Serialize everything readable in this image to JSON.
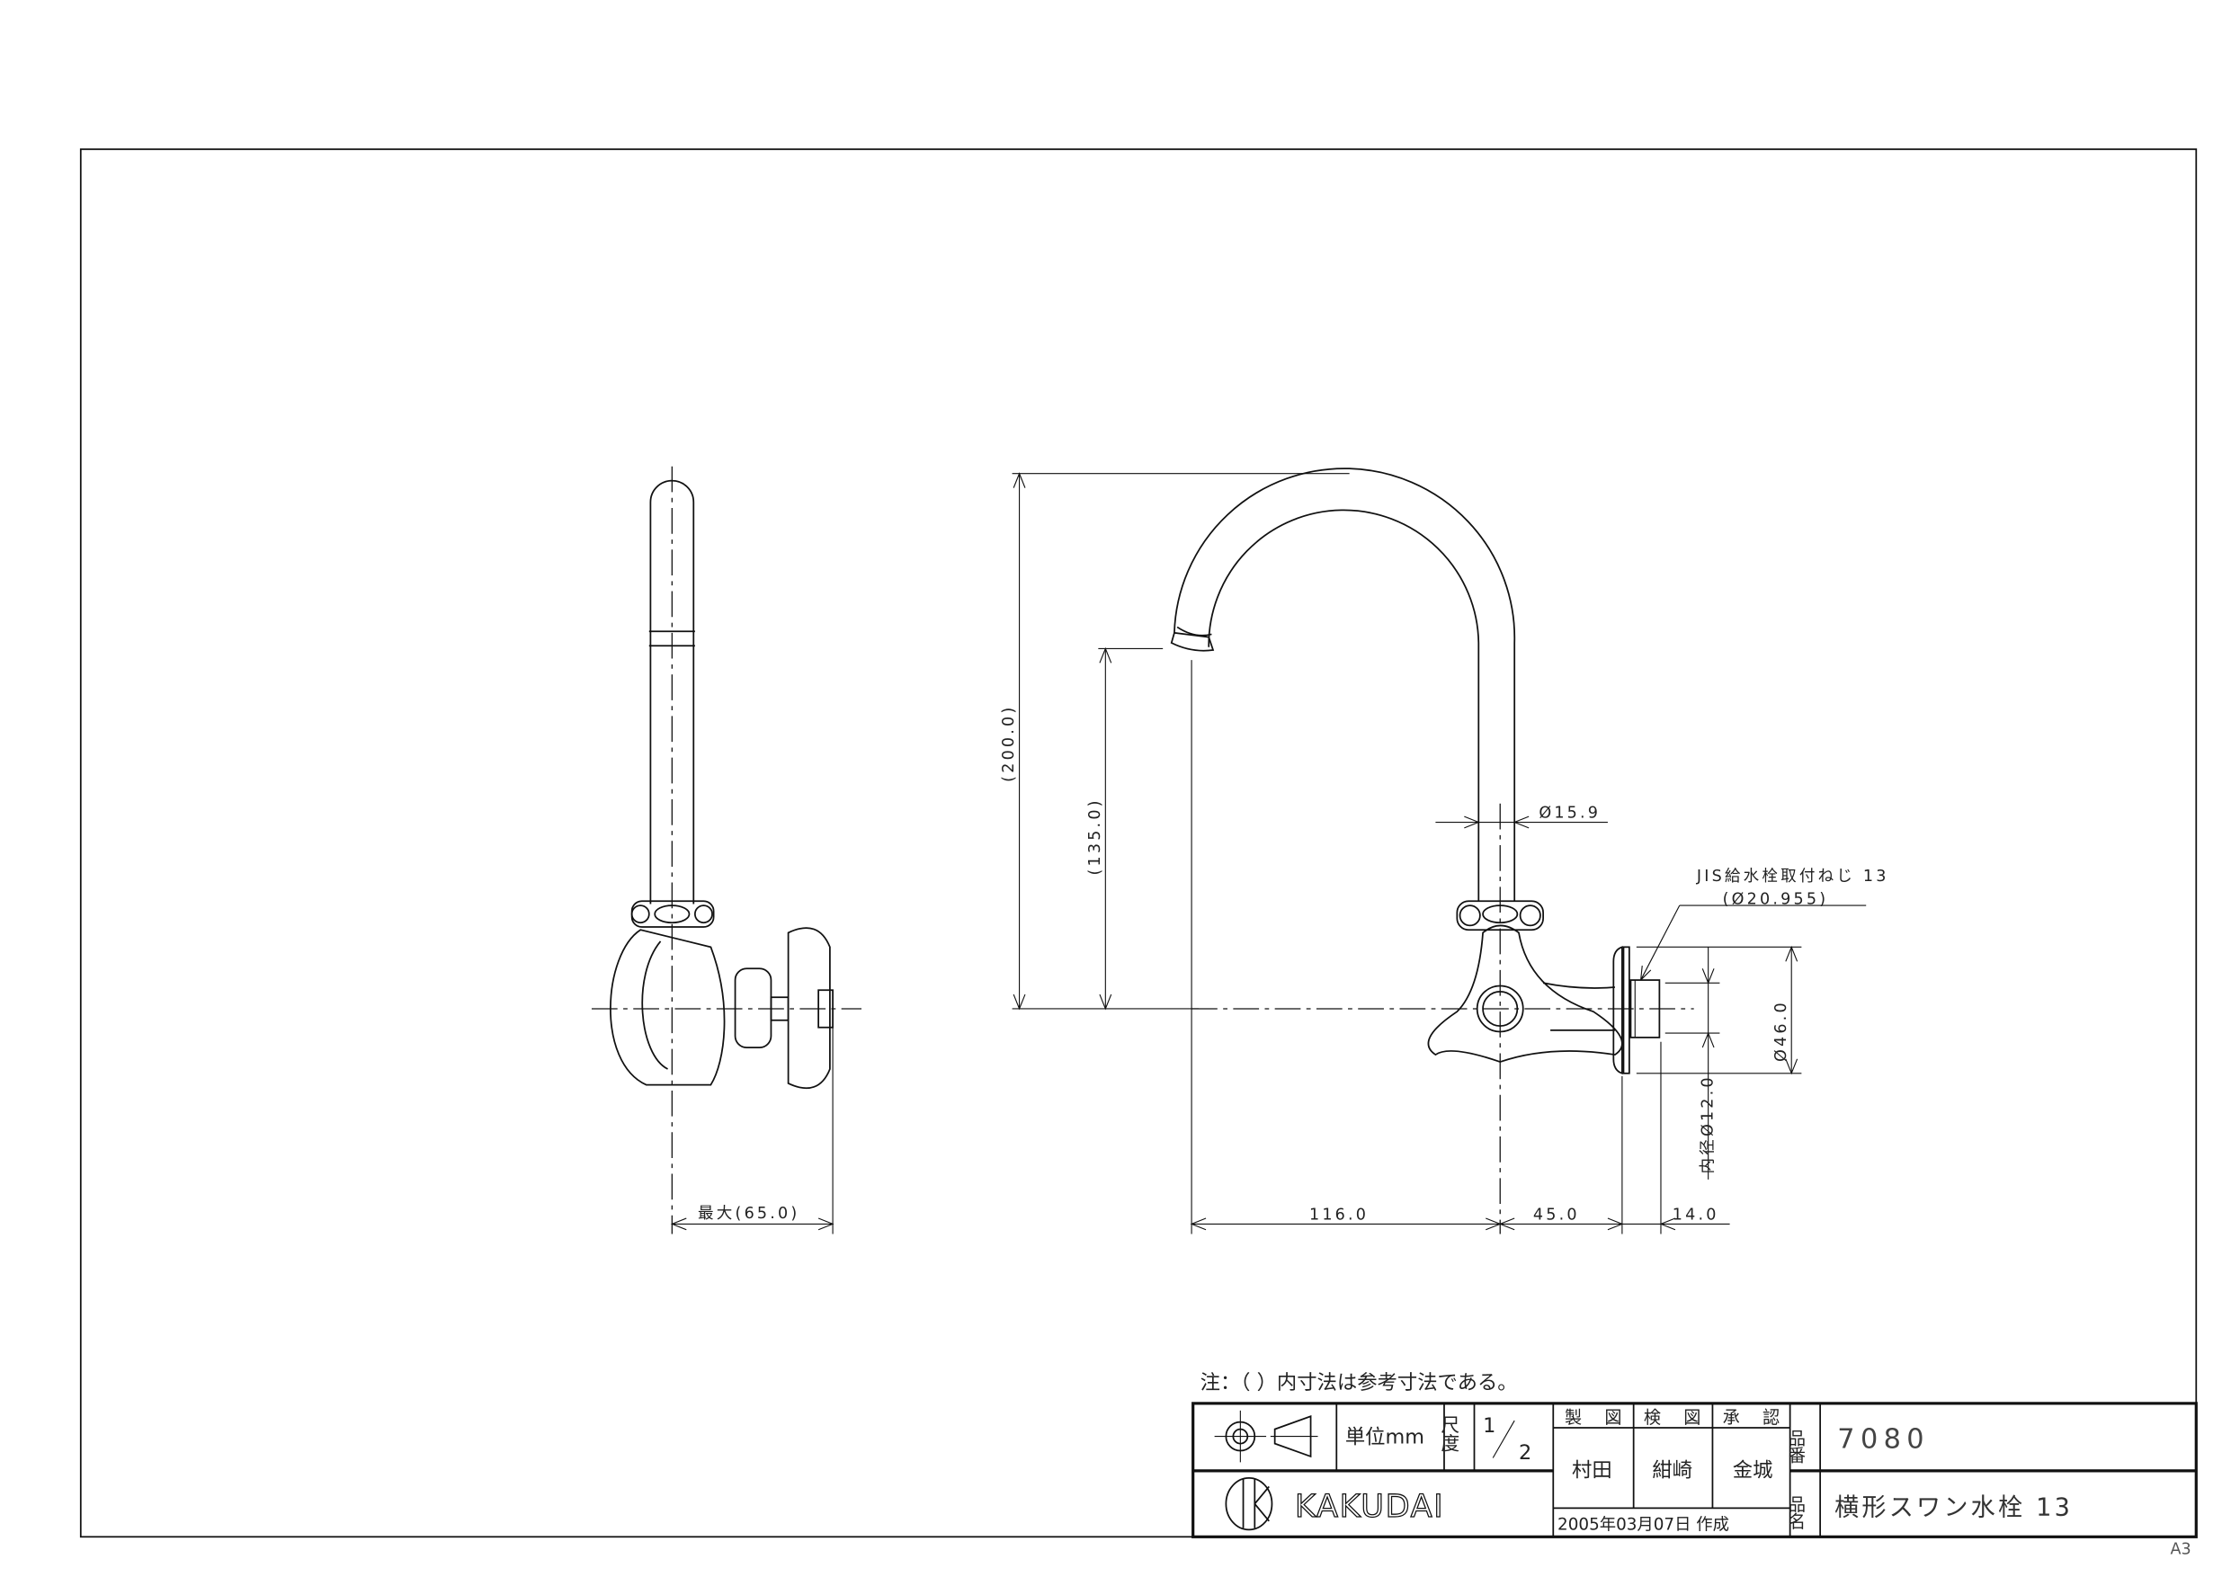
{
  "drawing": {
    "dimensions": {
      "overall_height": "(200.0)",
      "spout_height": "(135.0)",
      "pipe_diameter": "Ø15.9",
      "thread_label": "JIS給水栓取付ねじ 13",
      "thread_diameter": "(Ø20.955)",
      "flange_diameter": "Ø46.0",
      "inner_diameter": "内径Ø12.0",
      "spout_reach": "116.0",
      "body_to_flange": "45.0",
      "thread_length": "14.0",
      "side_max_depth": "最大(65.0)"
    },
    "note": "注：（ ）内寸法は参考寸法である。",
    "title_block": {
      "unit": "単位mm",
      "scale_label": "尺度",
      "scale_num": "1",
      "scale_den": "2",
      "drafted_label": "製 図",
      "checked_label": "検 図",
      "approved_label": "承 認",
      "drafted_by": "村田",
      "checked_by": "紺崎",
      "approved_by": "金城",
      "date": "2005年03月07日 作成",
      "part_no_label": "品番",
      "part_no": "7080",
      "part_name_label": "品名",
      "part_name": "横形スワン水栓 13",
      "logo": "KAKUDAI"
    },
    "sheet_size": "A3"
  }
}
